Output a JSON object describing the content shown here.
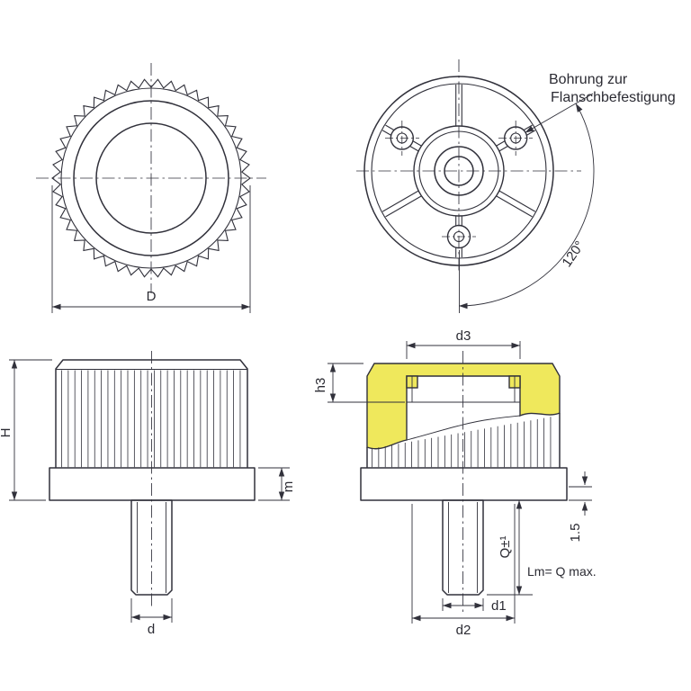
{
  "colors": {
    "line": "#31313b",
    "section_highlight": "#efe85c",
    "background": "#ffffff"
  },
  "views": {
    "top": {
      "diameter_label": "D"
    },
    "underside": {
      "note_line1": "Bohrung zur",
      "note_line2": "Flanschbefestigung",
      "angle_label": "120°"
    },
    "side": {
      "height_label": "H",
      "collar_label": "m",
      "stud_diameter_label": "d"
    },
    "section": {
      "recess_diameter_label": "d3",
      "recess_depth_label": "h3",
      "stud_length_label": "Q±¹",
      "edge_label": "1.5",
      "thread_label": "d1",
      "hub_label": "d2",
      "note_lm": "Lm= Q max."
    }
  }
}
